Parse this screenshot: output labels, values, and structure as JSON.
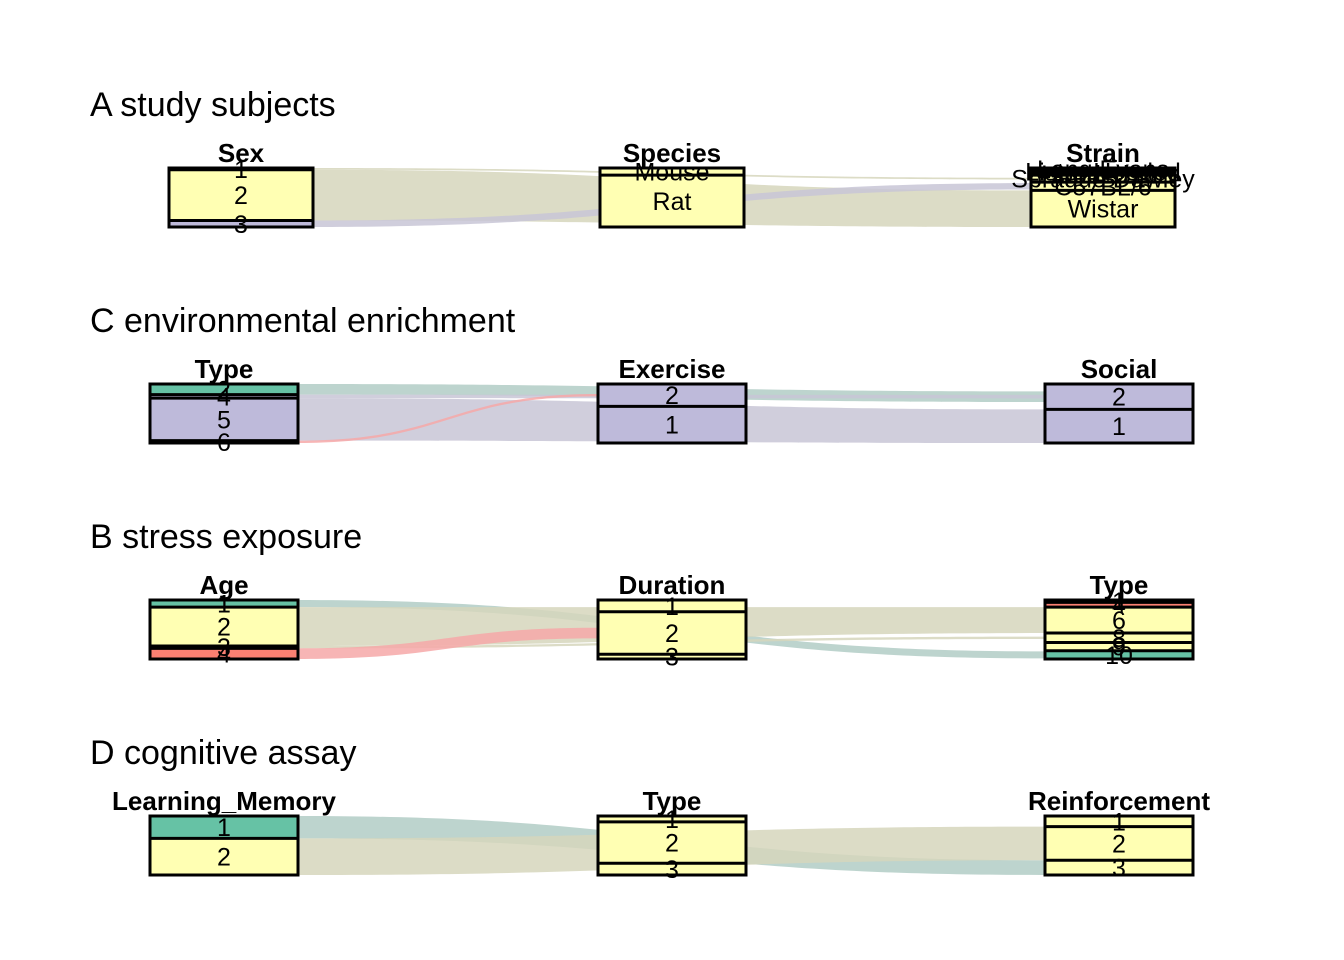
{
  "colors": {
    "teal": "#66c2a5",
    "yellow": "#ffffb3",
    "lavender": "#bebada",
    "red": "#fb8072",
    "pink": "#f6a8a8",
    "flow_tan": "#d6d6bc",
    "flow_gray": "#c8c6d6",
    "flow_teal": "#b2cdc5"
  },
  "panels": [
    {
      "title": "A  study subjects",
      "axes": [
        {
          "name": "Sex",
          "strata": [
            {
              "label": "1",
              "share": 0.03,
              "color": "yellow"
            },
            {
              "label": "2",
              "share": 0.86,
              "color": "yellow"
            },
            {
              "label": "3",
              "share": 0.11,
              "color": "lavender"
            }
          ]
        },
        {
          "name": "Species",
          "strata": [
            {
              "label": "Mouse",
              "share": 0.12,
              "color": "yellow"
            },
            {
              "label": "Rat",
              "share": 0.88,
              "color": "yellow"
            }
          ]
        },
        {
          "name": "Strain",
          "strata": [
            {
              "label": "Long Evans",
              "share": 0.04,
              "color": "yellow"
            },
            {
              "label": "Lister Hooded",
              "share": 0.04,
              "color": "yellow"
            },
            {
              "label": "Hooded rat",
              "share": 0.04,
              "color": "yellow"
            },
            {
              "label": "Sprague Dawley",
              "share": 0.12,
              "color": "yellow"
            },
            {
              "label": "C57BL/6",
              "share": 0.14,
              "color": "yellow"
            },
            {
              "label": "Wistar",
              "share": 0.62,
              "color": "yellow"
            }
          ]
        }
      ],
      "flows": [
        {
          "from": [
            0,
            0
          ],
          "to": [
            2,
            3
          ],
          "share": 0.03,
          "color": "flow_tan"
        },
        {
          "from": [
            0,
            1
          ],
          "to": [
            2,
            5
          ],
          "share": 0.86,
          "color": "flow_tan"
        },
        {
          "from": [
            0,
            2
          ],
          "to": [
            2,
            4
          ],
          "share": 0.11,
          "color": "flow_gray"
        }
      ]
    },
    {
      "title": "C  environmental enrichment",
      "axes": [
        {
          "name": "Type",
          "strata": [
            {
              "label": "2",
              "share": 0.18,
              "color": "teal"
            },
            {
              "label": "4",
              "share": 0.06,
              "color": "lavender"
            },
            {
              "label": "5",
              "share": 0.72,
              "color": "lavender"
            },
            {
              "label": "6",
              "share": 0.04,
              "color": "lavender"
            }
          ]
        },
        {
          "name": "Exercise",
          "strata": [
            {
              "label": "2",
              "share": 0.38,
              "color": "lavender"
            },
            {
              "label": "1",
              "share": 0.62,
              "color": "lavender"
            }
          ]
        },
        {
          "name": "Social",
          "strata": [
            {
              "label": "2",
              "share": 0.43,
              "color": "lavender"
            },
            {
              "label": "1",
              "share": 0.57,
              "color": "lavender"
            }
          ]
        }
      ],
      "flows": [
        {
          "from": [
            0,
            0
          ],
          "to": [
            2,
            0
          ],
          "share": 0.18,
          "color": "flow_teal"
        },
        {
          "from": [
            0,
            1
          ],
          "to": [
            2,
            0
          ],
          "share": 0.06,
          "color": "flow_gray"
        },
        {
          "from": [
            0,
            2
          ],
          "to": [
            2,
            1
          ],
          "share": 0.72,
          "color": "flow_gray"
        },
        {
          "from": [
            0,
            3
          ],
          "to": [
            1,
            0
          ],
          "share": 0.04,
          "color": "pink"
        }
      ]
    },
    {
      "title": "B  stress exposure",
      "axes": [
        {
          "name": "Age",
          "strata": [
            {
              "label": "1",
              "share": 0.12,
              "color": "teal"
            },
            {
              "label": "2",
              "share": 0.66,
              "color": "yellow"
            },
            {
              "label": "3",
              "share": 0.04,
              "color": "yellow"
            },
            {
              "label": "4",
              "share": 0.18,
              "color": "red"
            }
          ]
        },
        {
          "name": "Duration",
          "strata": [
            {
              "label": "1",
              "share": 0.2,
              "color": "yellow"
            },
            {
              "label": "2",
              "share": 0.72,
              "color": "yellow"
            },
            {
              "label": "3",
              "share": 0.08,
              "color": "yellow"
            }
          ]
        },
        {
          "name": "Type",
          "strata": [
            {
              "label": "1",
              "share": 0.04,
              "color": "red"
            },
            {
              "label": "4",
              "share": 0.08,
              "color": "red"
            },
            {
              "label": "6",
              "share": 0.44,
              "color": "yellow"
            },
            {
              "label": "8",
              "share": 0.16,
              "color": "yellow"
            },
            {
              "label": "9",
              "share": 0.14,
              "color": "yellow"
            },
            {
              "label": "10",
              "share": 0.14,
              "color": "teal"
            }
          ]
        }
      ],
      "flows": [
        {
          "from": [
            0,
            0
          ],
          "to": [
            2,
            5
          ],
          "share": 0.12,
          "color": "flow_teal"
        },
        {
          "from": [
            0,
            1
          ],
          "to": [
            2,
            2
          ],
          "share": 0.66,
          "color": "flow_tan"
        },
        {
          "from": [
            0,
            2
          ],
          "to": [
            2,
            3
          ],
          "share": 0.04,
          "color": "flow_tan"
        },
        {
          "from": [
            0,
            3
          ],
          "to": [
            1,
            1
          ],
          "share": 0.18,
          "color": "pink"
        }
      ]
    },
    {
      "title": "D  cognitive assay",
      "axes": [
        {
          "name": "Learning_Memory",
          "strata": [
            {
              "label": "1",
              "share": 0.38,
              "color": "teal"
            },
            {
              "label": "2",
              "share": 0.62,
              "color": "yellow"
            }
          ]
        },
        {
          "name": "Type",
          "strata": [
            {
              "label": "1",
              "share": 0.1,
              "color": "yellow"
            },
            {
              "label": "2",
              "share": 0.7,
              "color": "yellow"
            },
            {
              "label": "3",
              "share": 0.2,
              "color": "yellow"
            }
          ]
        },
        {
          "name": "Reinforcement",
          "strata": [
            {
              "label": "1",
              "share": 0.18,
              "color": "yellow"
            },
            {
              "label": "2",
              "share": 0.57,
              "color": "yellow"
            },
            {
              "label": "3",
              "share": 0.25,
              "color": "yellow"
            }
          ]
        }
      ],
      "flows": [
        {
          "from": [
            0,
            0
          ],
          "to": [
            2,
            2
          ],
          "share": 0.38,
          "color": "flow_teal"
        },
        {
          "from": [
            0,
            1
          ],
          "to": [
            2,
            1
          ],
          "share": 0.62,
          "color": "flow_tan"
        }
      ]
    }
  ]
}
